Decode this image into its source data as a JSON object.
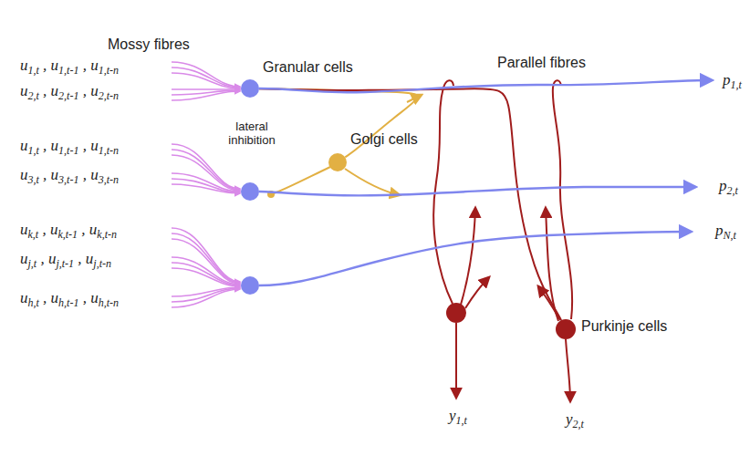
{
  "diagram": {
    "nodes": [
      {
        "text": [
          "Granular cells"
        ]
      },
      {
        "text": [
          "Golgi cells"
        ]
      },
      {
        "text": [
          "Purkinje cells"
        ]
      }
    ],
    "edges": [
      {
        "from": 0,
        "to": 1,
        "arrow": "none"
      },
      {
        "from": 0,
        "to": 2,
        "arrow": "none"
      }
    ],
    "labels": [
      "Mossy fibres",
      "u1,t , u1,t-1 , u1,t-n",
      "u2,t , u2,t-1 , u2,t-n",
      "u1,t , u1,t-1 , u1,t-n",
      "u3,t , u3,t-1 , u3,t-n",
      "uk,t , uk,t-1 , uk,t-n",
      "uj,t , uj,t-1 , uj,t-n",
      "uh,t , uh,t-1 , uh,t-n",
      "lateral inhibition",
      "Parallel fibres",
      "p1,t",
      "p2,t",
      "pN,t",
      "y1,t",
      "y2,t"
    ]
  }
}
